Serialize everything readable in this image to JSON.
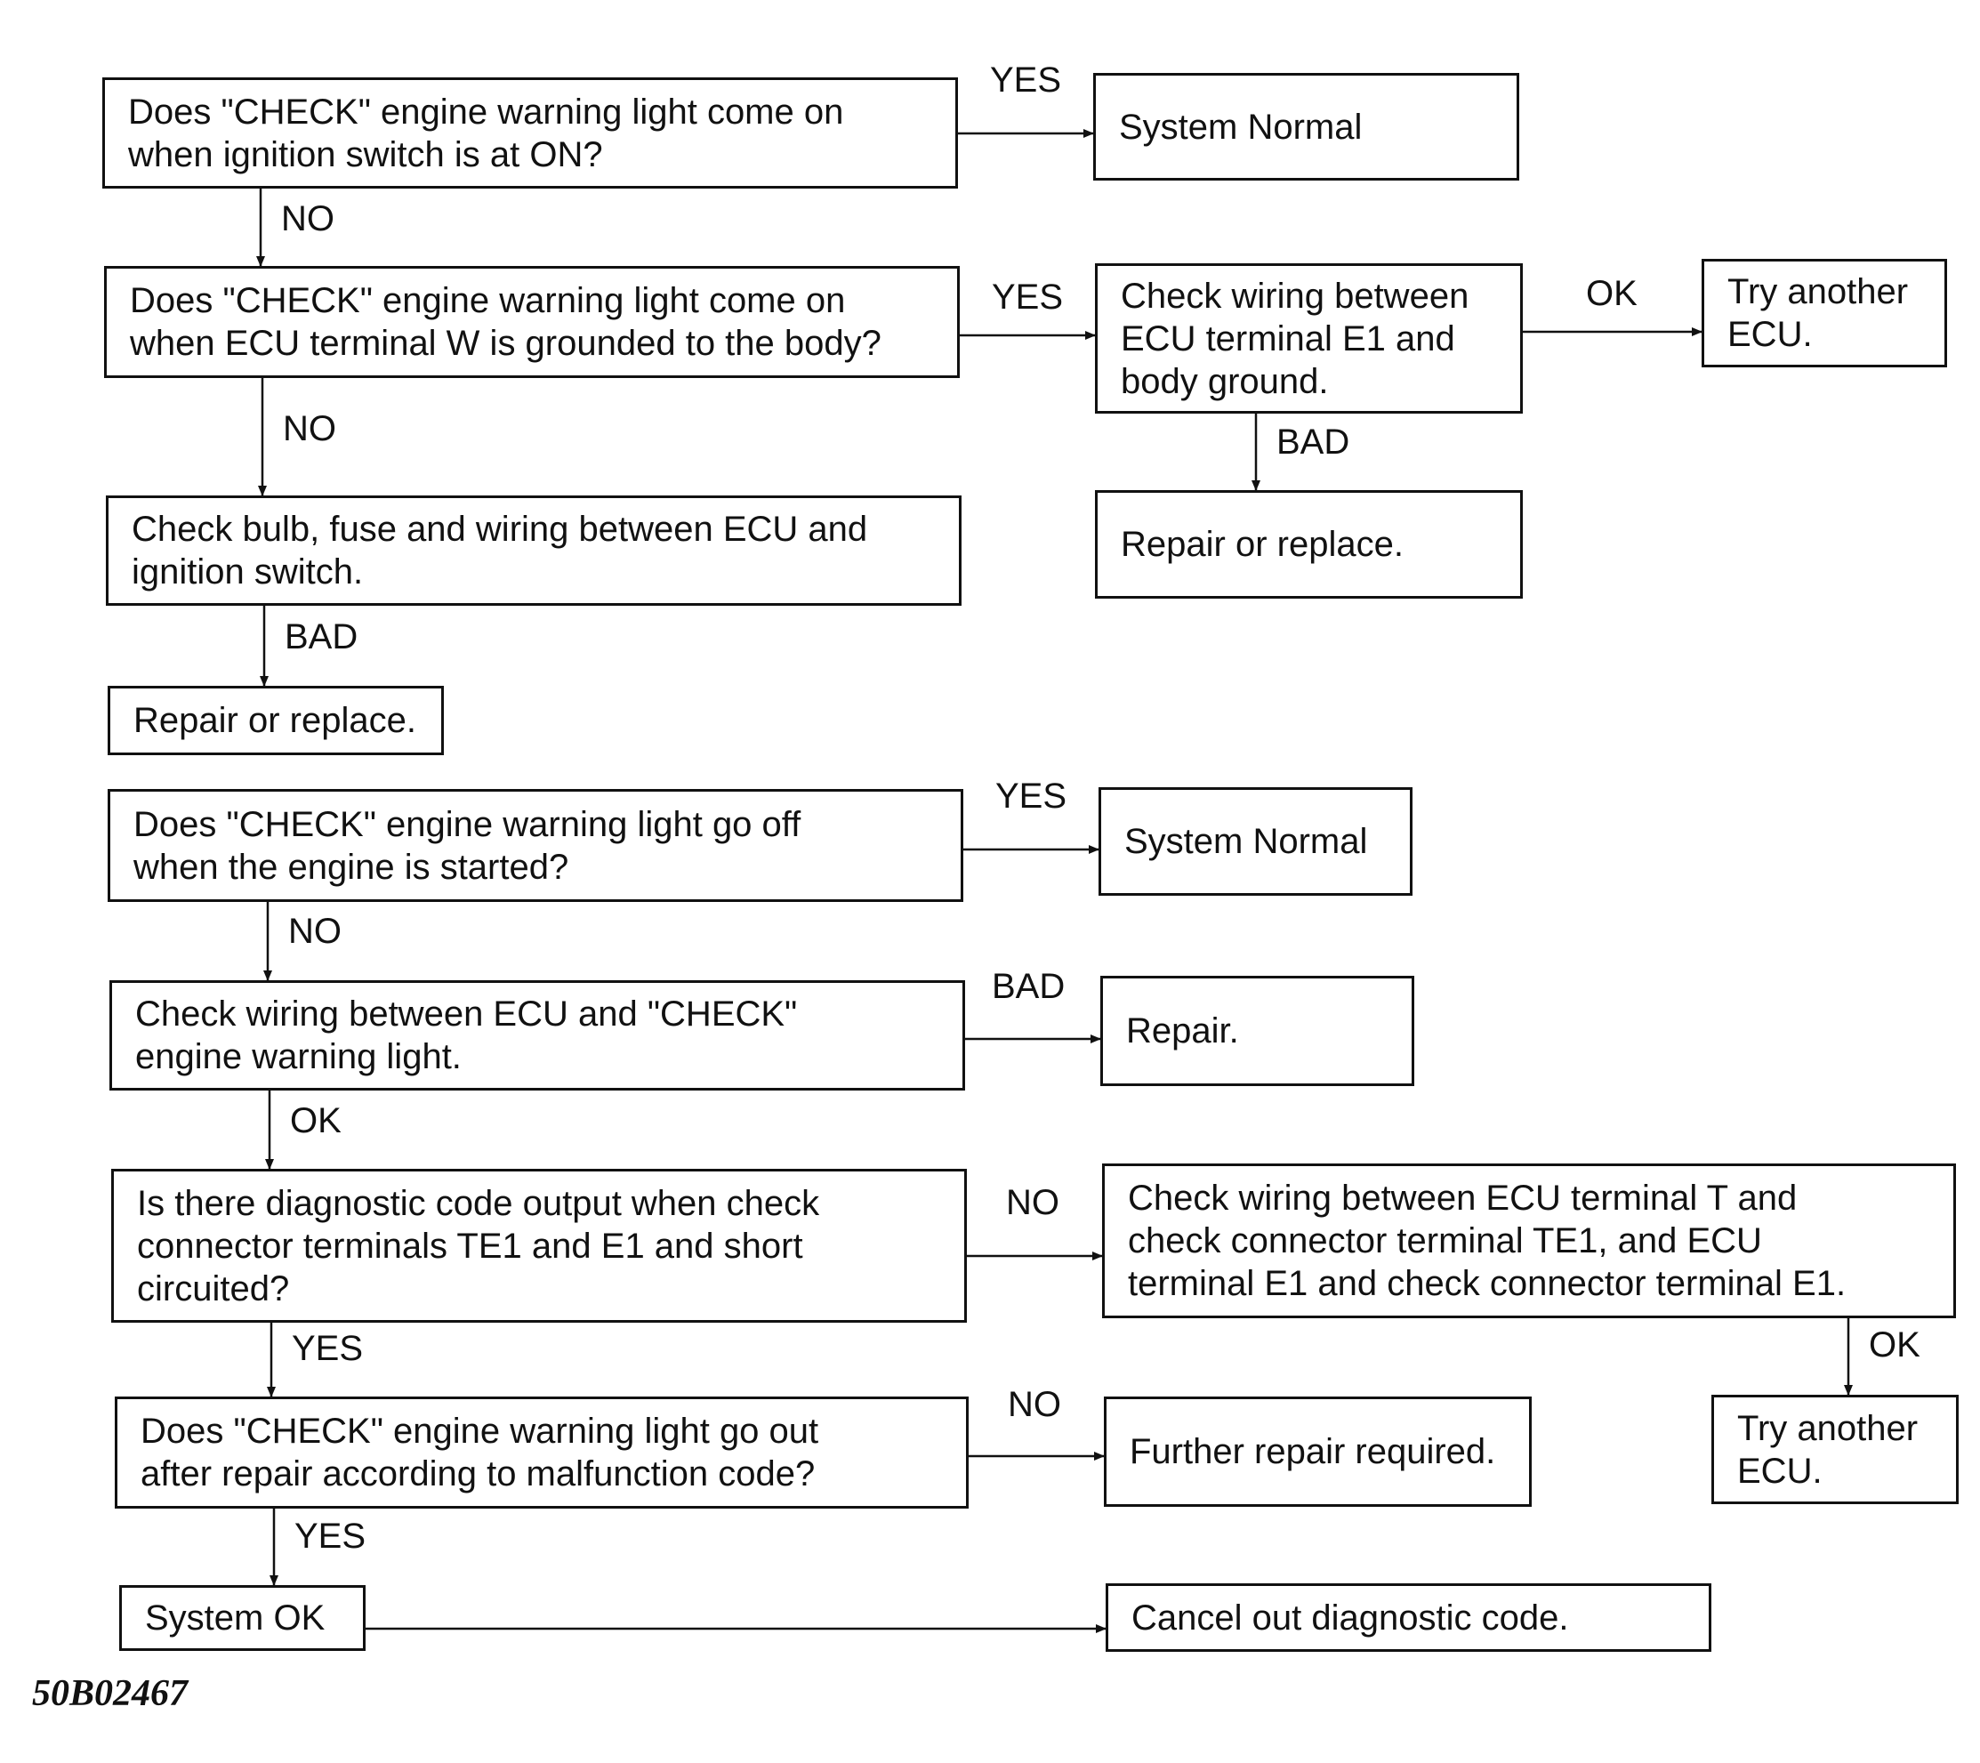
{
  "boxes": {
    "q1": [
      "Does \"CHECK\" engine warning light come on",
      "when ignition switch is at ON?"
    ],
    "normal1": [
      "System Normal"
    ],
    "q2": [
      "Does \"CHECK\" engine warning light come on",
      "when ECU terminal W is grounded to the body?"
    ],
    "check_e1": [
      "Check wiring between",
      "ECU terminal E1 and",
      "body ground."
    ],
    "try_ecu1": [
      "Try another",
      "ECU."
    ],
    "repair1": [
      "Repair or replace."
    ],
    "check_bulb": [
      "Check bulb, fuse and wiring between ECU and",
      "ignition switch."
    ],
    "repair2": [
      "Repair or replace."
    ],
    "q3": [
      "Does \"CHECK\" engine warning light go off",
      "when the engine is started?"
    ],
    "normal2": [
      "System Normal"
    ],
    "check_light": [
      "Check wiring between ECU and \"CHECK\"",
      "engine warning light."
    ],
    "repair3": [
      "Repair."
    ],
    "q4": [
      "Is there diagnostic code output when check",
      "connector terminals TE1 and E1 and short",
      "circuited?"
    ],
    "check_t": [
      "Check wiring between ECU terminal T and",
      "check connector terminal TE1, and ECU",
      "terminal E1 and check connector terminal E1."
    ],
    "q5": [
      "Does \"CHECK\" engine warning light go out",
      "after repair according to malfunction code?"
    ],
    "further": [
      "Further repair required."
    ],
    "try_ecu2": [
      "Try another",
      "ECU."
    ],
    "system_ok": [
      "System OK"
    ],
    "cancel": [
      "Cancel out diagnostic code."
    ]
  },
  "labels": {
    "yes1": "YES",
    "no1": "NO",
    "yes2": "YES",
    "ok1": "OK",
    "bad1": "BAD",
    "no2": "NO",
    "bad2": "BAD",
    "yes3": "YES",
    "no3": "NO",
    "bad3": "BAD",
    "ok2": "OK",
    "no4": "NO",
    "yes4": "YES",
    "ok3": "OK",
    "no5": "NO",
    "yes5": "YES"
  },
  "figure_code": "50B02467"
}
